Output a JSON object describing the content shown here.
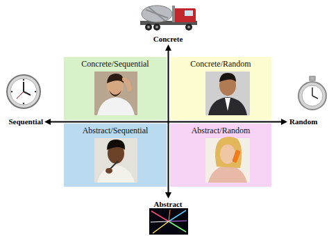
{
  "diagram": {
    "nodes": [
      {
        "text": [
          "Concrete/Sequential"
        ]
      },
      {
        "text": [
          "Concrete/Random"
        ]
      },
      {
        "text": [
          "Abstract/Sequential"
        ]
      },
      {
        "text": [
          "Abstract/Random"
        ]
      }
    ],
    "labels": [
      "Concrete",
      "Sequential",
      "Random",
      "Abstract"
    ]
  }
}
